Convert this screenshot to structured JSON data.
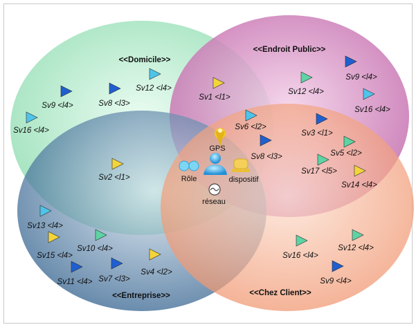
{
  "contexts": [
    {
      "label": "<<Domicile>>",
      "color": "#9be3b9"
    },
    {
      "label": "<<Endroit Public>>",
      "color": "#cf7ab7"
    },
    {
      "label": "<<Entreprise>>",
      "color": "#3b6a97"
    },
    {
      "label": "<<Chez Client>>",
      "color": "#f2a07c"
    }
  ],
  "center_icons": {
    "gps": "GPS",
    "role": "Rôle",
    "device": "dispositif",
    "network": "réseau"
  },
  "services": [
    {
      "label": "Sv12 <l4>",
      "color": "cyan"
    },
    {
      "label": "Sv9 <l4>",
      "color": "blue"
    },
    {
      "label": "Sv8 <l3>",
      "color": "blue"
    },
    {
      "label": "Sv16 <l4>",
      "color": "cyan"
    },
    {
      "label": "Sv2 <l1>",
      "color": "yellow"
    },
    {
      "label": "Sv1 <l1>",
      "color": "yellow"
    },
    {
      "label": "Sv12 <l4>",
      "color": "green"
    },
    {
      "label": "Sv9 <l4>",
      "color": "blue"
    },
    {
      "label": "Sv16 <l4>",
      "color": "cyan"
    },
    {
      "label": "Sv6 <l2>",
      "color": "cyan"
    },
    {
      "label": "Sv8 <l3>",
      "color": "blue"
    },
    {
      "label": "Sv3 <l1>",
      "color": "blue"
    },
    {
      "label": "Sv5 <l2>",
      "color": "green"
    },
    {
      "label": "Sv17 <l5>",
      "color": "green"
    },
    {
      "label": "Sv14 <l4>",
      "color": "yellow"
    },
    {
      "label": "Sv13 <l4>",
      "color": "cyan"
    },
    {
      "label": "Sv10 <l4>",
      "color": "green"
    },
    {
      "label": "Sv15 <l4>",
      "color": "yellow"
    },
    {
      "label": "Sv11 <l4>",
      "color": "blue"
    },
    {
      "label": "Sv7 <l3>",
      "color": "blue"
    },
    {
      "label": "Sv4 <l2>",
      "color": "yellow"
    },
    {
      "label": "Sv16 <l4>",
      "color": "green"
    },
    {
      "label": "Sv12 <l4>",
      "color": "green"
    },
    {
      "label": "Sv9 <l4>",
      "color": "blue"
    }
  ],
  "triangle_colors": {
    "cyan": "#4fc4ea",
    "blue": "#1f5fd0",
    "yellow": "#f3d43a",
    "green": "#5ed3a4"
  }
}
